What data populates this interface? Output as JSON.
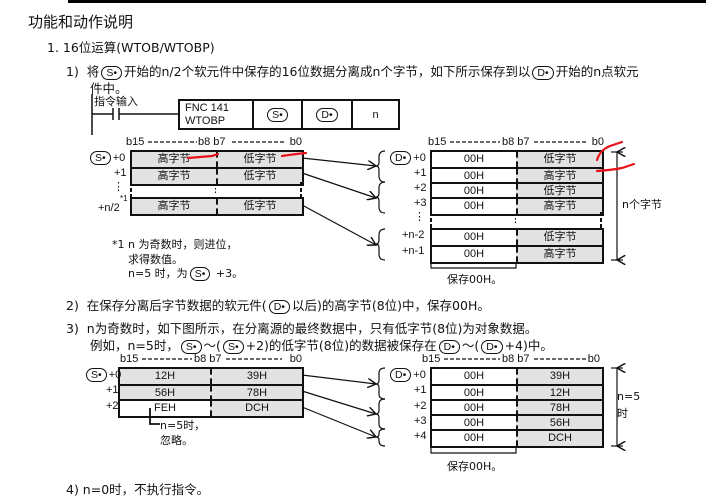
{
  "heading": "功能和动作说明",
  "section": "1. 16位运算(WTOB/WTOBP)",
  "item1": {
    "num": "1)",
    "pre": "将",
    "op_s": "S•",
    "mid": "开始的n/2个软元件中保存的16位数据分离成n个字节，如下所示保存到以",
    "op_d": "D•",
    "post": "开始的n点软元",
    "line2": "件中。"
  },
  "ladder": {
    "input_label": "指令输入",
    "fnc": "FNC 141",
    "name": "WTOBP",
    "s": "S•",
    "d": "D•",
    "n": "n"
  },
  "bits": {
    "b15": "b15",
    "b8b7": "b8 b7",
    "b0": "b0"
  },
  "diagram1": {
    "src_op": "S•",
    "src_labels": [
      "+0",
      "+1",
      "⋮",
      "+n/2"
    ],
    "footnote_mark": "*1",
    "src_rows": [
      [
        "高字节",
        "低字节"
      ],
      [
        "高字节",
        "低字节"
      ],
      [
        "高字节",
        "低字节"
      ]
    ],
    "dst_op": "D•",
    "dst_labels": [
      "+0",
      "+1",
      "+2",
      "+3",
      "⋮",
      "+n-2",
      "+n-1"
    ],
    "dst_rows": [
      [
        "00H",
        "低字节"
      ],
      [
        "00H",
        "高字节"
      ],
      [
        "00H",
        "低字节"
      ],
      [
        "00H",
        "高字节"
      ],
      [
        "00H",
        "低字节"
      ],
      [
        "00H",
        "高字节"
      ]
    ],
    "vdots": "⋮",
    "n_bytes": "n个字节",
    "save_label": "保存00H。",
    "note1": "*1 n 为奇数时，则进位，",
    "note2": "求得数值。",
    "note3_pre": "n=5 时，为",
    "note3_op": "S•",
    "note3_post": "+3。"
  },
  "item2": {
    "num": "2)",
    "pre": "在保存分离后字节数据的软元件(",
    "op": "D•",
    "post": "以后)的高字节(8位)中，保存00H。"
  },
  "item3": {
    "num": "3)",
    "line1": "n为奇数时，如下图所示，在分离源的最终数据中，只有低字节(8位)为对象数据。",
    "l2a": "例如，n=5时，",
    "op1": "S•",
    "l2b": "～(",
    "op2": "S•",
    "l2c": "+2)的低字节(8位)的数据被保存在",
    "op3": "D•",
    "l2d": "～(",
    "op4": "D•",
    "l2e": "+4)中。"
  },
  "diagram2": {
    "src_op": "S•",
    "src_labels": [
      "+0",
      "+1",
      "+2"
    ],
    "src_rows": [
      [
        "12H",
        "39H"
      ],
      [
        "56H",
        "78H"
      ],
      [
        "FEH",
        "DCH"
      ]
    ],
    "ignore1": "n=5时，",
    "ignore2": "忽略。",
    "dst_op": "D•",
    "dst_labels": [
      "+0",
      "+1",
      "+2",
      "+3",
      "+4"
    ],
    "dst_rows": [
      [
        "00H",
        "39H"
      ],
      [
        "00H",
        "12H"
      ],
      [
        "00H",
        "78H"
      ],
      [
        "00H",
        "56H"
      ],
      [
        "00H",
        "DCH"
      ]
    ],
    "n_label1": "n=5",
    "n_label2": "时",
    "save_label": "保存00H。"
  },
  "item4": {
    "text": "4)  n=0时，不执行指令。"
  },
  "colors": {
    "cell_gray": "#e2e2e2",
    "annotation_red": "#e8121b"
  }
}
